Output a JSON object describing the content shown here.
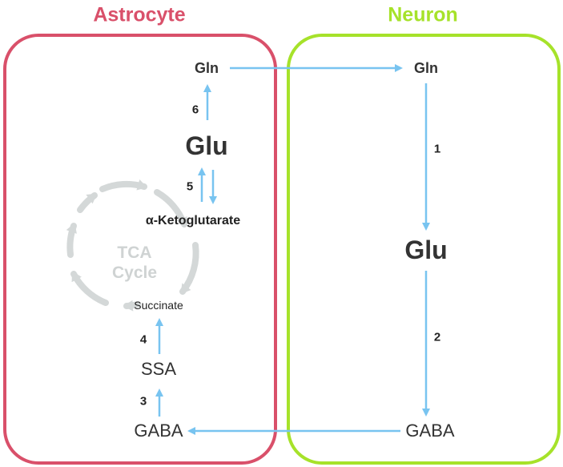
{
  "compartments": {
    "astrocyte": {
      "label": "Astrocyte",
      "color": "#d9506a"
    },
    "neuron": {
      "label": "Neuron",
      "color": "#a6e22a"
    }
  },
  "astrocyte": {
    "gln": "Gln",
    "glu": "Glu",
    "akg": "α-Ketoglutarate",
    "tca_line1": "TCA",
    "tca_line2": "Cycle",
    "succinate": "Succinate",
    "ssa": "SSA",
    "gaba": "GABA"
  },
  "neuron": {
    "gln": "Gln",
    "glu": "Glu",
    "gaba": "GABA"
  },
  "steps": {
    "s1": "1",
    "s2": "2",
    "s3": "3",
    "s4": "4",
    "s5": "5",
    "s6": "6"
  },
  "colors": {
    "arrow": "#78c4f0",
    "tca_cycle": "#d4d8d8"
  }
}
